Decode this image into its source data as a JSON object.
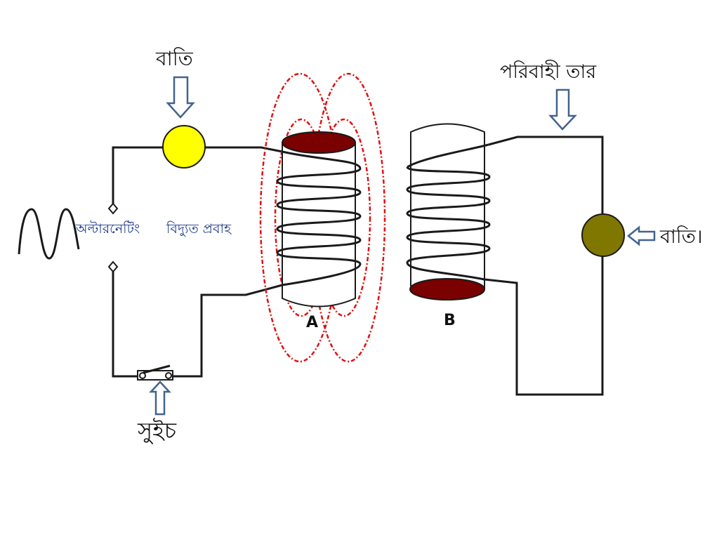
{
  "labels": {
    "lamp_left": "বাতি",
    "lamp_right": "বাতি।",
    "conducting_wire": "পরিবাহী তার",
    "switch": "সুইচ",
    "alternating": "অল্টারনেটিং",
    "current": "বিদ্যুত  প্রবাহ",
    "coil_a": "A",
    "coil_b": "B"
  },
  "colors": {
    "lamp_left": "#ffff00",
    "lamp_right": "#7f7700",
    "coil_cap": "#7b0000",
    "field_lines": "#e11010",
    "arrow_stroke": "#41648f",
    "wire": "#1a1a1a",
    "text_blue": "#1f3b8c"
  }
}
